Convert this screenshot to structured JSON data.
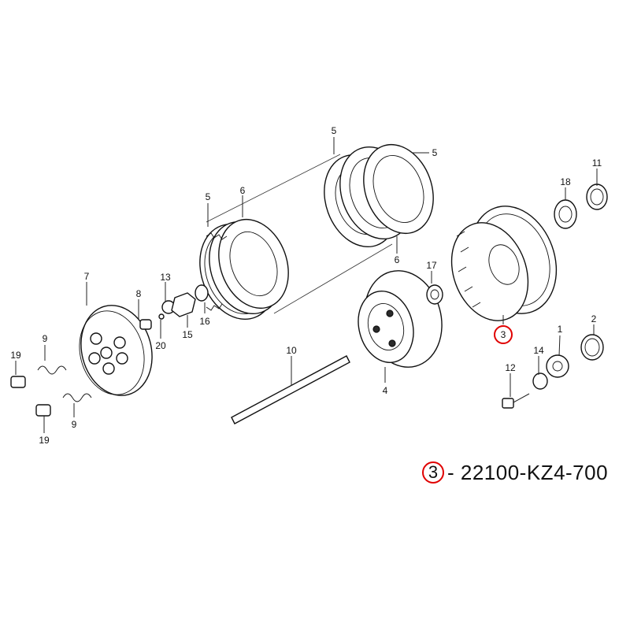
{
  "callouts": {
    "c1": "1",
    "c2": "2",
    "c3": "3",
    "c4": "4",
    "c5a": "5",
    "c5b": "5",
    "c5c": "5",
    "c6a": "6",
    "c6b": "6",
    "c7": "7",
    "c8": "8",
    "c9a": "9",
    "c9b": "9",
    "c10": "10",
    "c11": "11",
    "c12": "12",
    "c13": "13",
    "c14": "14",
    "c15": "15",
    "c16": "16",
    "c17": "17",
    "c18": "18",
    "c19a": "19",
    "c19b": "19",
    "c20": "20"
  },
  "highlight": {
    "ref_number": "3",
    "part_number": "- 22100-KZ4-700",
    "color": "#e00000"
  }
}
